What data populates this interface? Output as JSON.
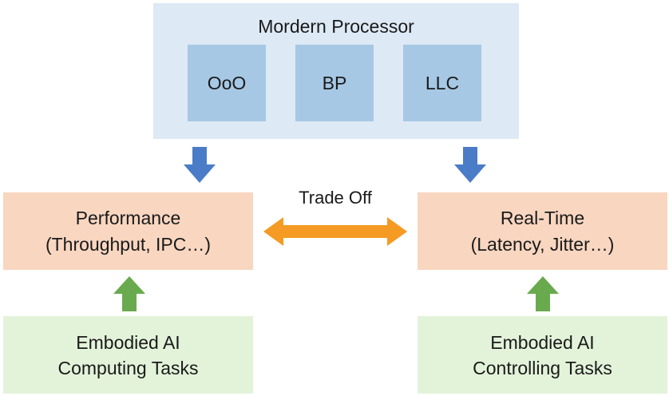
{
  "processor": {
    "title": "Mordern Processor",
    "components": [
      "OoO",
      "BP",
      "LLC"
    ]
  },
  "performance": {
    "line1": "Performance",
    "line2": "(Throughput, IPC…)"
  },
  "realtime": {
    "line1": "Real-Time",
    "line2": "(Latency, Jitter…)"
  },
  "tradeoff": {
    "label": "Trade Off"
  },
  "tasks": {
    "computing": {
      "line1": "Embodied AI",
      "line2": "Computing Tasks"
    },
    "controlling": {
      "line1": "Embodied AI",
      "line2": "Controlling Tasks"
    }
  },
  "colors": {
    "processor_bg": "#dde9f5",
    "component_bg": "#a6c8e4",
    "metric_bg": "#f8d6c0",
    "task_bg": "#e3f3da",
    "blue_arrow": "#4a7cc7",
    "green_arrow": "#6aaa4e",
    "orange_arrow": "#f59a23"
  }
}
